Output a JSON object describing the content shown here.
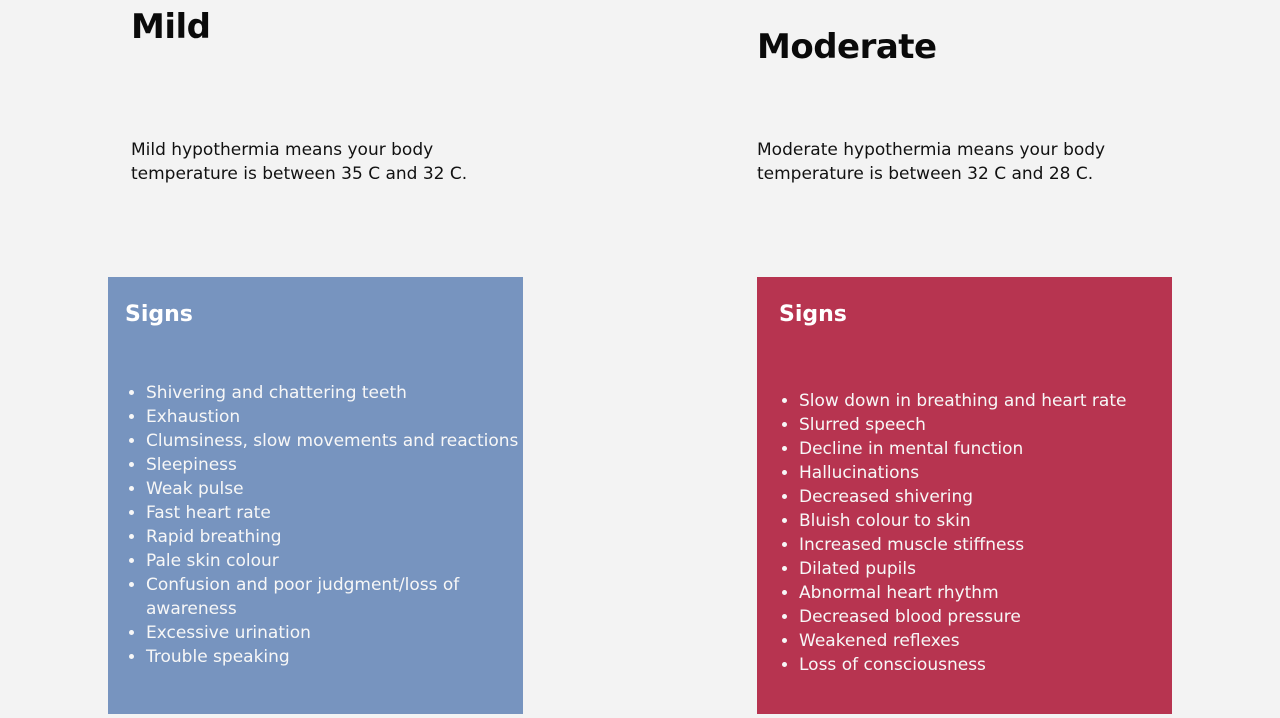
{
  "mild": {
    "title": "Mild",
    "description": "Mild hypothermia means your body temperature is between 35 C and 32 C.",
    "signs_heading": "Signs",
    "panel_color": "#7794bf",
    "signs": [
      "Shivering and chattering teeth",
      "Exhaustion",
      "Clumsiness, slow movements and reactions",
      "Sleepiness",
      "Weak pulse",
      "Fast heart rate",
      "Rapid breathing",
      "Pale skin colour",
      "Confusion and poor judgment/loss of awareness",
      "Excessive urination",
      "Trouble speaking"
    ]
  },
  "moderate": {
    "title": "Moderate",
    "description": "Moderate hypothermia means your body temperature is between 32 C and 28 C.",
    "signs_heading": "Signs",
    "panel_color": "#b73450",
    "signs": [
      "Slow down in breathing and heart rate",
      "Slurred speech",
      "Decline in mental function",
      "Hallucinations",
      "Decreased shivering",
      "Bluish colour to skin",
      "Increased muscle stiffness",
      "Dilated pupils",
      "Abnormal heart rhythm",
      "Decreased blood pressure",
      "Weakened reflexes",
      "Loss of consciousness"
    ]
  }
}
